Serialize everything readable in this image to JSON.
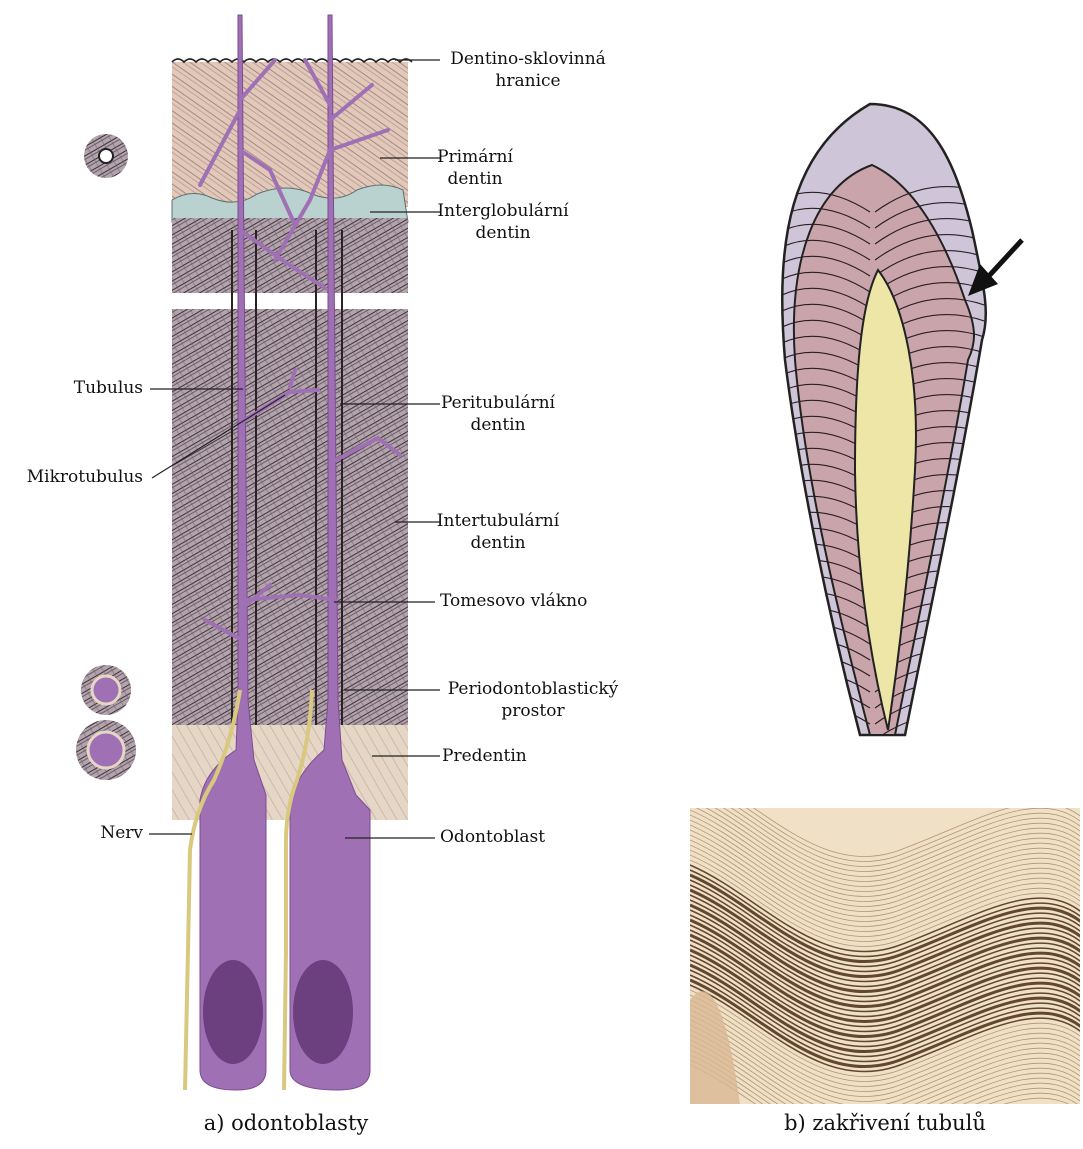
{
  "labels": {
    "dej": "Dentino-sklovinná",
    "dej2": "hranice",
    "primary": "Primární",
    "primary2": "dentin",
    "interglobular": "Interglobulární",
    "interglobular2": "dentin",
    "tubulus": "Tubulus",
    "peritubular": "Peritubulární",
    "peritubular2": "dentin",
    "microtubulus": "Mikrotubulus",
    "intertubular": "Intertubulární",
    "intertubular2": "dentin",
    "tomes": "Tomesovo vlákno",
    "periodonto": "Periodontoblastický",
    "periodonto2": "prostor",
    "predentin": "Predentin",
    "nerve": "Nerv",
    "odontoblast": "Odontoblast"
  },
  "captions": {
    "a": "a) odontoblasty",
    "b": "b) zakřivení tubulů"
  },
  "colors": {
    "process": "#a070b5",
    "process_dark": "#8e5da3",
    "nucleus": "#6c3f7e",
    "enamel_dentin": "#e3c8b8",
    "dentin_dark": "#8a7a86",
    "predentin": "#e6d6c6",
    "interglobular": "#b9d2cf",
    "nerve": "#e3d690",
    "tooth_enamel": "#cfc5d8",
    "tooth_dentin": "#c9a4aa",
    "tooth_pulp": "#eee6a6",
    "micro_bg": "#efe0c6",
    "micro_dark": "#4a2a14"
  }
}
